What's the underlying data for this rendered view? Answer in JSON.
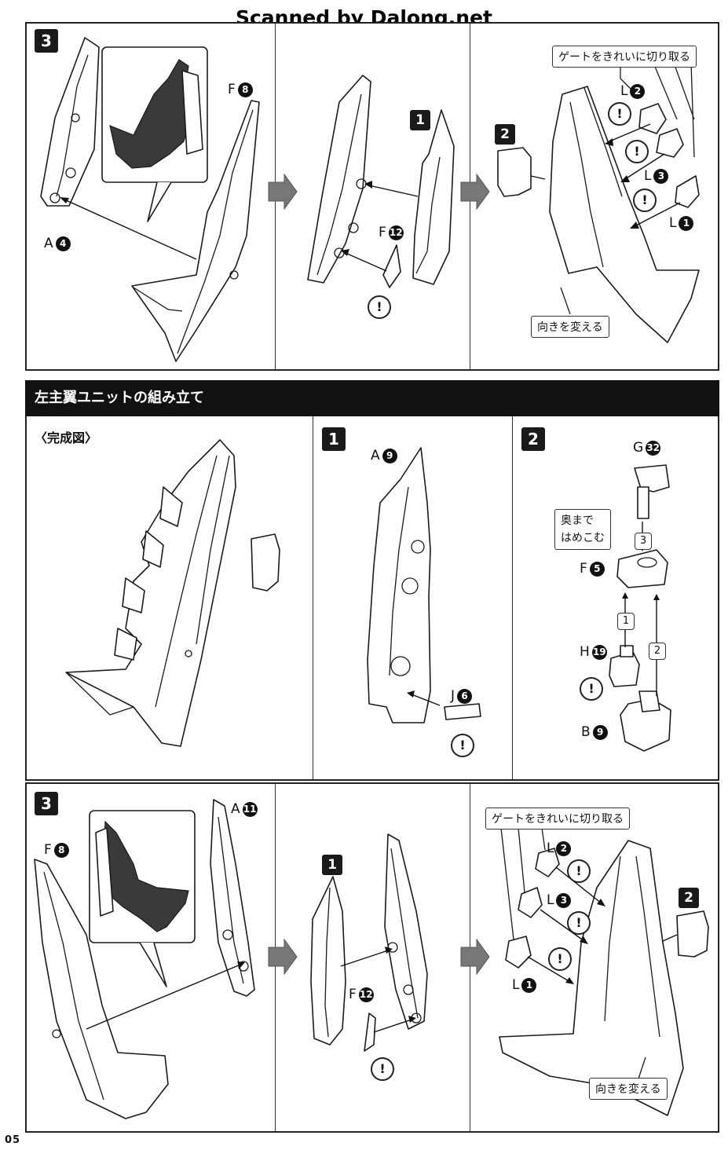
{
  "watermark": "Scanned by Dalong.net",
  "page_number": "05",
  "section_title": "左主翼ユニットの組み立て",
  "completed_label": "〈完成図〉",
  "callouts": {
    "gate_clean": "ゲートをきれいに切り取る",
    "change_direction": "向きを変える",
    "push_in_line1": "奥まで",
    "push_in_line2": "はめこむ"
  },
  "warning_symbol": "!",
  "top_panel": {
    "step": "3",
    "sub1": "1",
    "sub2": "2",
    "parts": {
      "A4": {
        "letter": "A",
        "num": "4"
      },
      "F8": {
        "letter": "F",
        "num": "8"
      },
      "F12": {
        "letter": "F",
        "num": "12"
      },
      "L2": {
        "letter": "L",
        "num": "2"
      },
      "L3": {
        "letter": "L",
        "num": "3"
      },
      "L1": {
        "letter": "L",
        "num": "1"
      }
    }
  },
  "middle_panel": {
    "step1": "1",
    "step2": "2",
    "parts": {
      "A9": {
        "letter": "A",
        "num": "9"
      },
      "J6": {
        "letter": "J",
        "num": "6"
      },
      "G32": {
        "letter": "G",
        "num": "32"
      },
      "F5": {
        "letter": "F",
        "num": "5"
      },
      "H19": {
        "letter": "H",
        "num": "19"
      },
      "B9": {
        "letter": "B",
        "num": "9"
      }
    },
    "order": [
      "1",
      "2",
      "3"
    ]
  },
  "bottom_panel": {
    "step": "3",
    "sub1": "1",
    "sub2": "2",
    "parts": {
      "F8": {
        "letter": "F",
        "num": "8"
      },
      "A11": {
        "letter": "A",
        "num": "11"
      },
      "F12": {
        "letter": "F",
        "num": "12"
      },
      "L2": {
        "letter": "L",
        "num": "2"
      },
      "L3": {
        "letter": "L",
        "num": "3"
      },
      "L1": {
        "letter": "L",
        "num": "1"
      }
    }
  }
}
